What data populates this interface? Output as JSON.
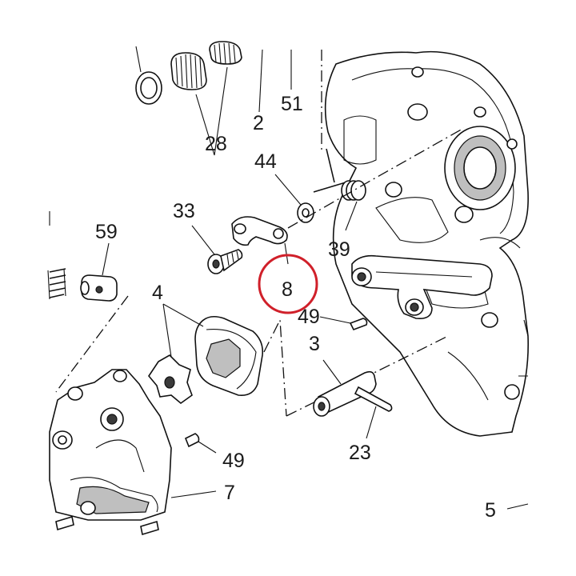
{
  "callouts": {
    "c2": "2",
    "c51": "51",
    "c28": "28",
    "c44": "44",
    "c33": "33",
    "c59": "59",
    "c39": "39",
    "c8": "8",
    "c49_upper": "49",
    "c4": "4",
    "c3": "3",
    "c23": "23",
    "c49_lower": "49",
    "c7": "7",
    "c5": "5"
  },
  "highlight": {
    "callout": "8",
    "color": "#d0202a"
  }
}
